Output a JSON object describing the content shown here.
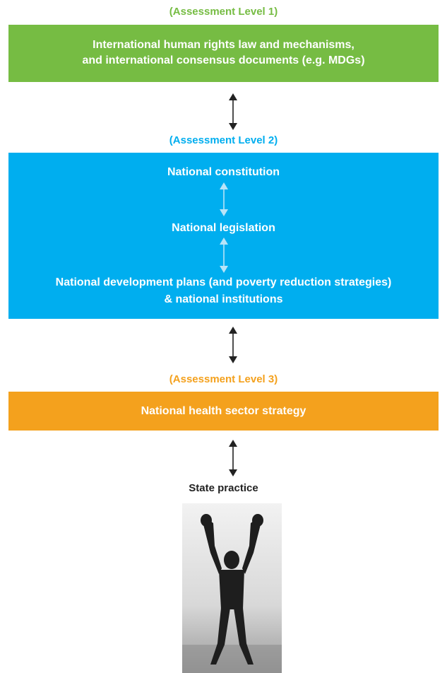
{
  "colors": {
    "level1": "#76bc43",
    "level2": "#00aeef",
    "level3": "#f4a11d",
    "arrow_dark": "#222222",
    "arrow_light": "#b8e4f8"
  },
  "level1": {
    "label": "(Assessment Level 1)",
    "line1": "International human rights law and mechanisms,",
    "line2": "and international consensus documents (e.g. MDGs)"
  },
  "level2": {
    "label": "(Assessment Level 2)",
    "constitution": "National constitution",
    "legislation": "National legislation",
    "plans_line1": "National development plans (and poverty reduction strategies)",
    "plans_line2": "& national institutions"
  },
  "level3": {
    "label": "(Assessment Level 3)",
    "strategy": "National health sector strategy"
  },
  "state_practice": {
    "label": "State practice",
    "image_icon": "person-arms-raised-silhouette"
  }
}
